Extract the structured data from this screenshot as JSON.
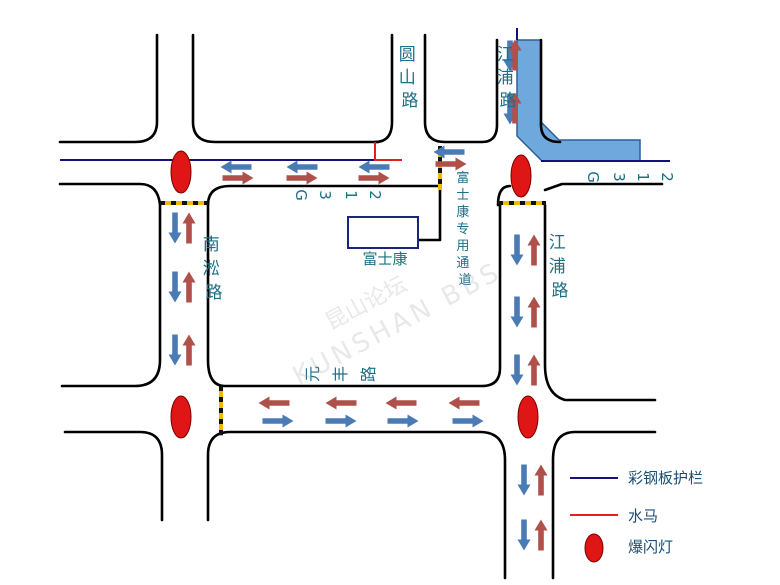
{
  "colors": {
    "road": "#000000",
    "guardrail": "#14127a",
    "water_barrier": "#e02020",
    "flash_light": "#e01515",
    "flash_light_stroke": "#7a0000",
    "arrow_blue": "#4a7bb5",
    "arrow_red": "#b0504a",
    "construction_area": "#6fa8dc",
    "label": "#1f6f86",
    "legend_text": "#1a4e74"
  },
  "labels": {
    "yuanshan_rd": [
      "圆",
      "山",
      "路"
    ],
    "jiangpu_rd_top": [
      "江",
      "浦",
      "路"
    ],
    "g312_left": [
      "G",
      "3",
      "1",
      "2"
    ],
    "g312_right": [
      "G",
      "3",
      "1",
      "2"
    ],
    "fushikang_channel": [
      "富",
      "士",
      "康",
      "专",
      "用",
      "通",
      "道"
    ],
    "nansong_rd": [
      "南",
      "淞",
      "路"
    ],
    "jiangpu_rd": [
      "江",
      "浦",
      "路"
    ],
    "fushikang": "富士康",
    "yuanfeng_rd": [
      "元",
      "丰",
      "路"
    ]
  },
  "watermark": {
    "line1": "昆山论坛",
    "line2": "KUNSHAN BBS"
  },
  "legend": {
    "guardrail": "彩钢板护栏",
    "water_barrier": "水马",
    "flash_light": "爆闪灯"
  },
  "icons": {
    "lane_arrow": "arrow-icon",
    "flash_light": "flash-light-icon"
  }
}
